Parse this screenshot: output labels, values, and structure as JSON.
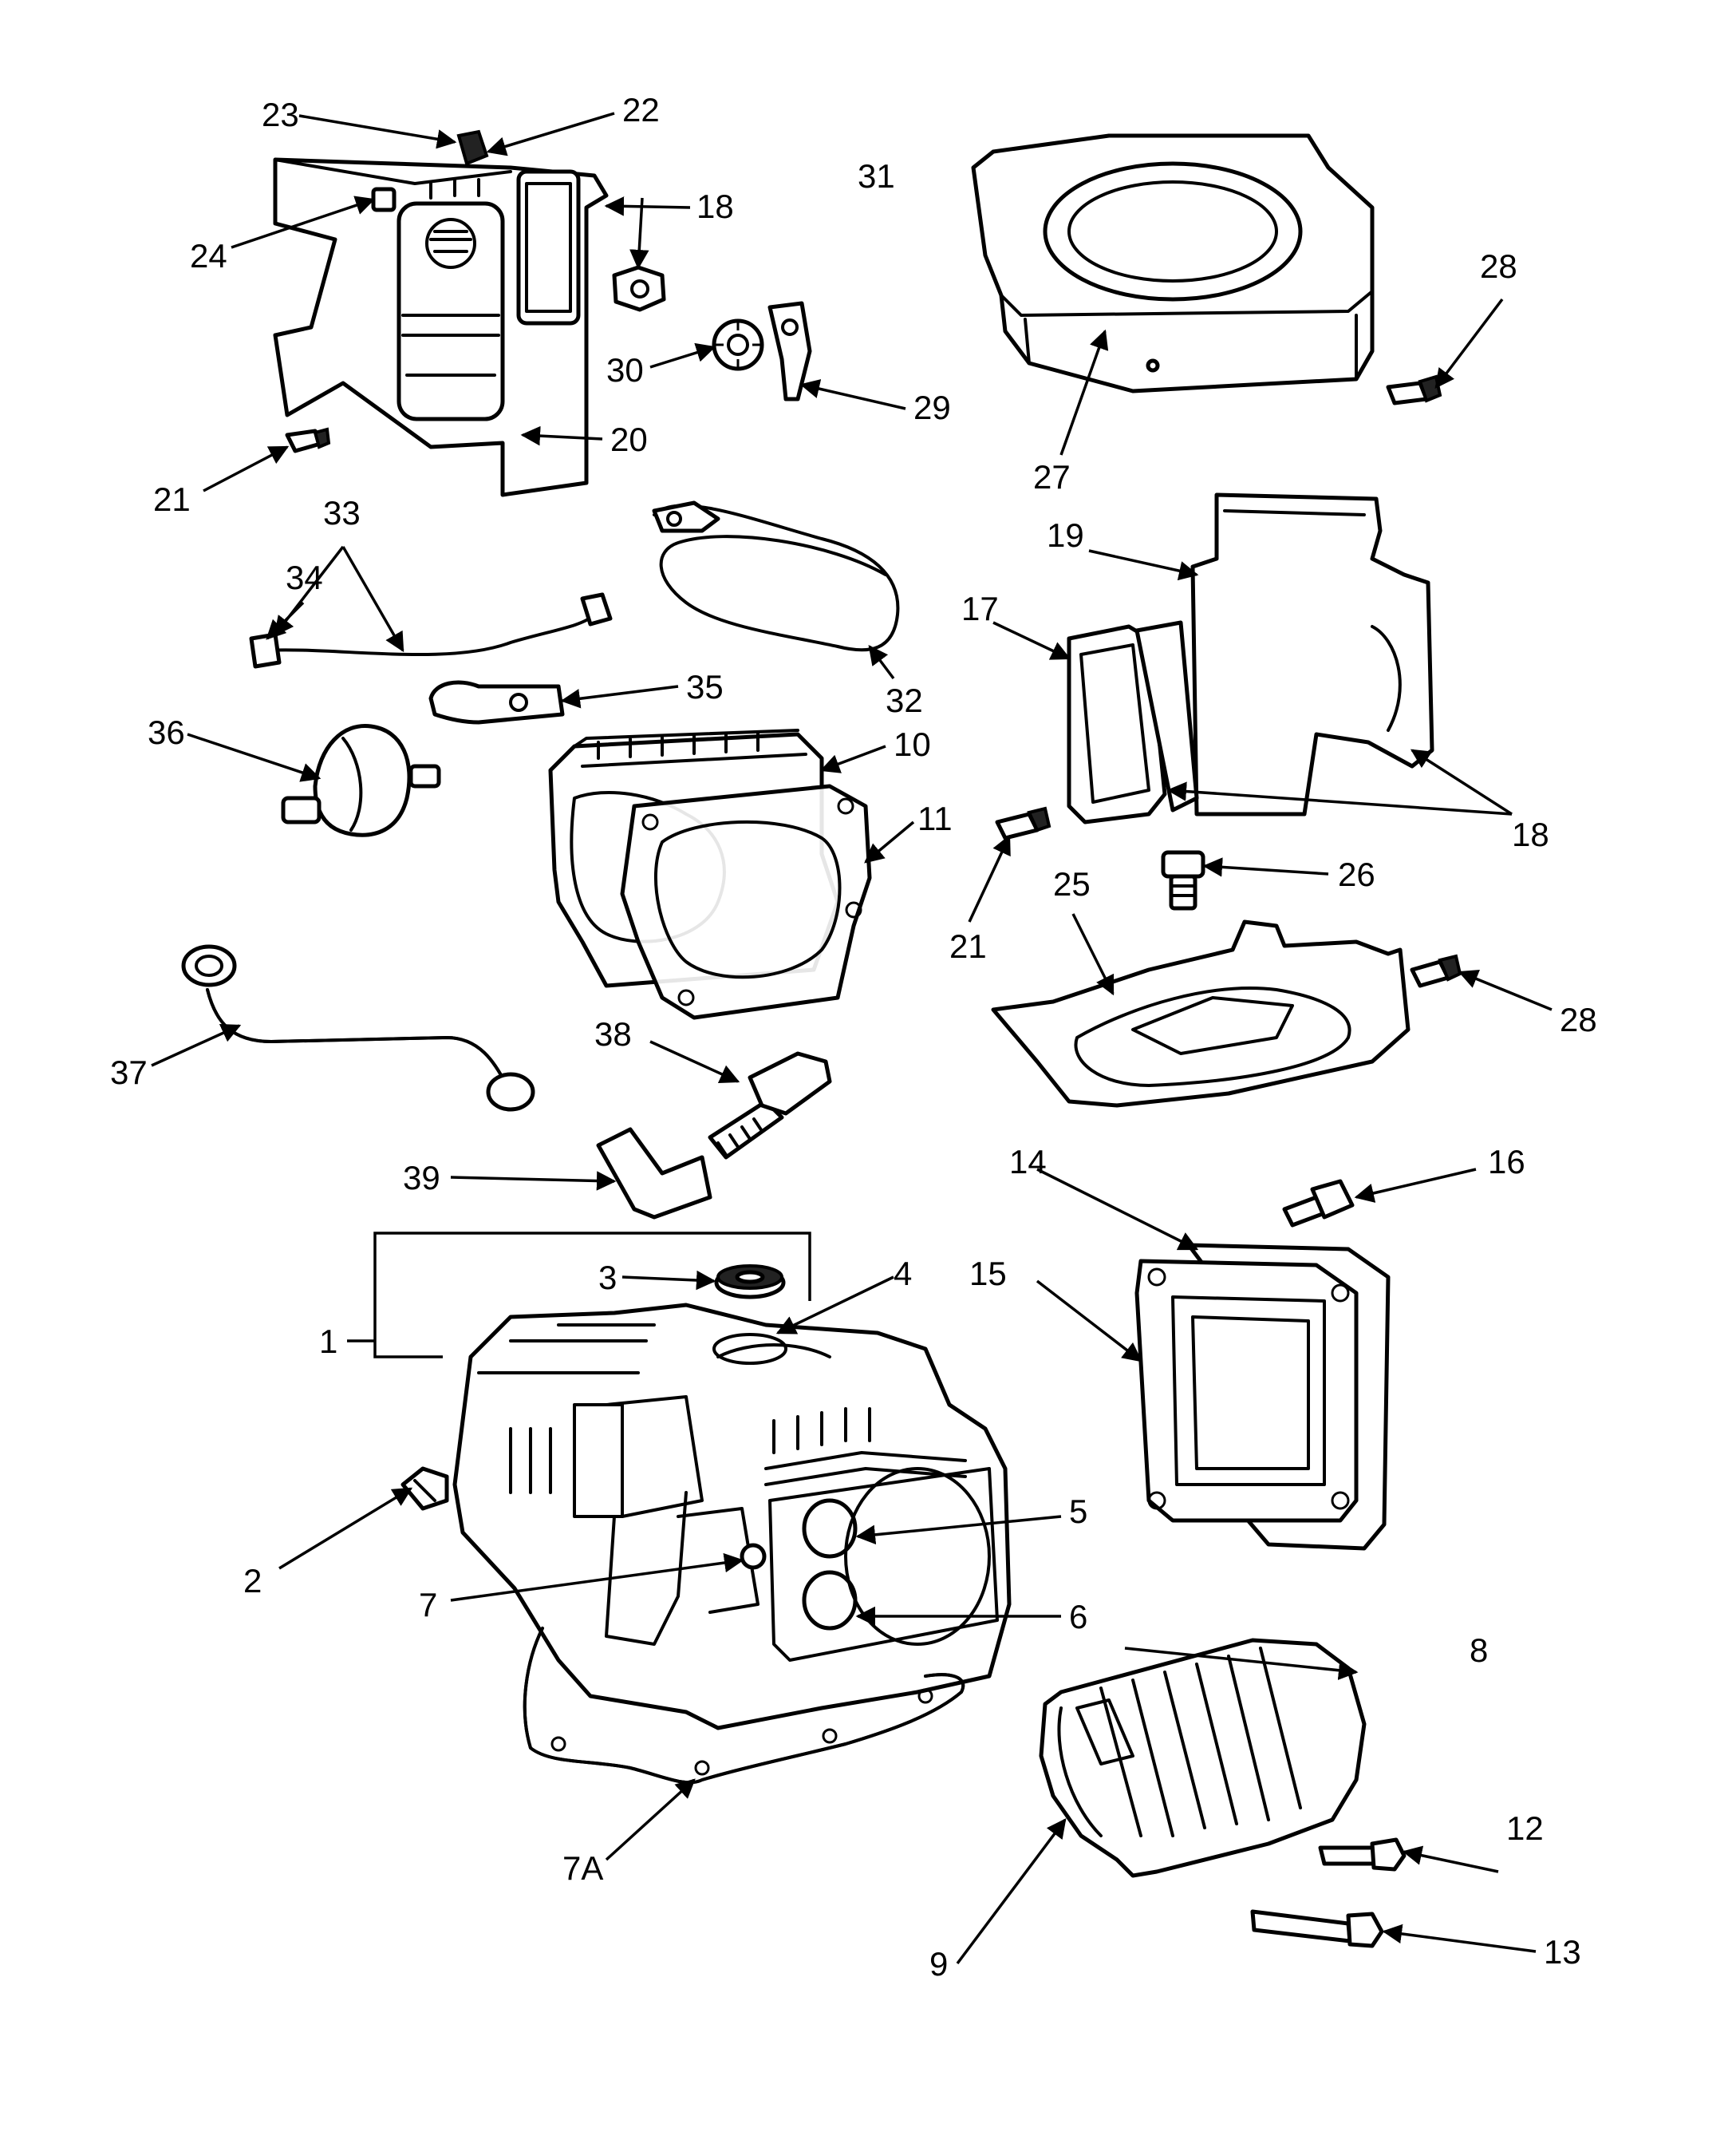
{
  "callouts": {
    "c1": "1",
    "c2": "2",
    "c3": "3",
    "c4": "4",
    "c5": "5",
    "c6": "6",
    "c7": "7",
    "c7a": "7A",
    "c8": "8",
    "c9": "9",
    "c10": "10",
    "c11": "11",
    "c12": "12",
    "c13": "13",
    "c14": "14",
    "c15": "15",
    "c16": "16",
    "c17": "17",
    "c18a": "18",
    "c18b": "18",
    "c19": "19",
    "c20": "20",
    "c21a": "21",
    "c21b": "21",
    "c22": "22",
    "c23": "23",
    "c24": "24",
    "c25": "25",
    "c26": "26",
    "c27": "27",
    "c28a": "28",
    "c28b": "28",
    "c29": "29",
    "c30": "30",
    "c31": "31",
    "c32": "32",
    "c33": "33",
    "c34": "34",
    "c35": "35",
    "c36": "36",
    "c37": "37",
    "c38": "38",
    "c39": "39"
  }
}
